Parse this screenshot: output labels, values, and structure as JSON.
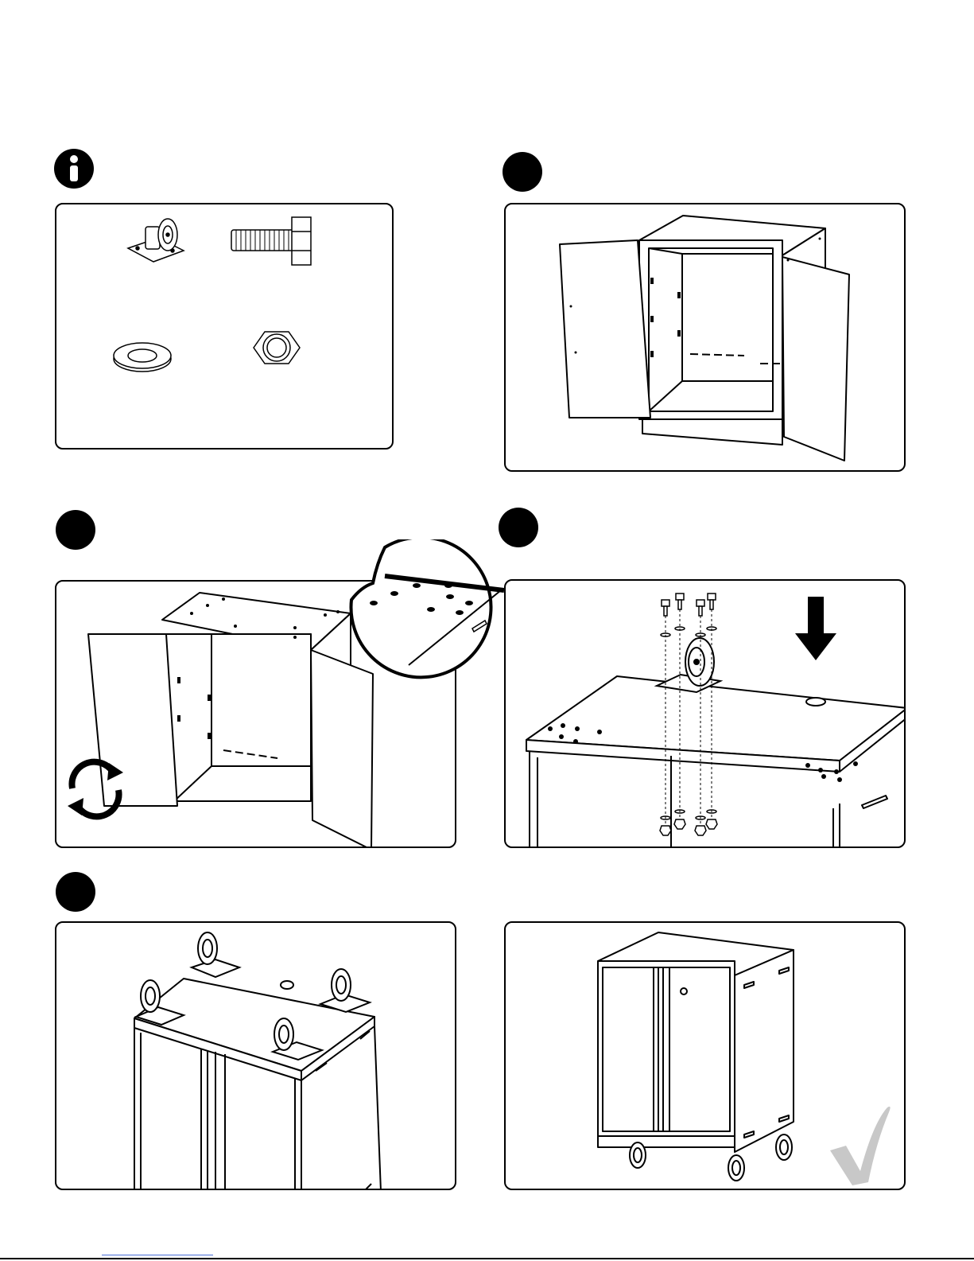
{
  "page": {
    "step_badges": [
      "info-badge",
      "step-1",
      "step-2",
      "step-3",
      "step-4"
    ],
    "icons": {
      "info": "info-icon",
      "rotate": "rotate-icon",
      "arrow": "down-arrow-icon",
      "check": "checkmark-icon"
    },
    "colors": {
      "ink": "#000000",
      "paper": "#ffffff",
      "check": "#c8c8c8",
      "link": "#4a6fd8"
    }
  },
  "parts": [
    {
      "name": "caster-wheel"
    },
    {
      "name": "hex-bolt"
    },
    {
      "name": "flat-washer"
    },
    {
      "name": "hex-nut"
    }
  ]
}
